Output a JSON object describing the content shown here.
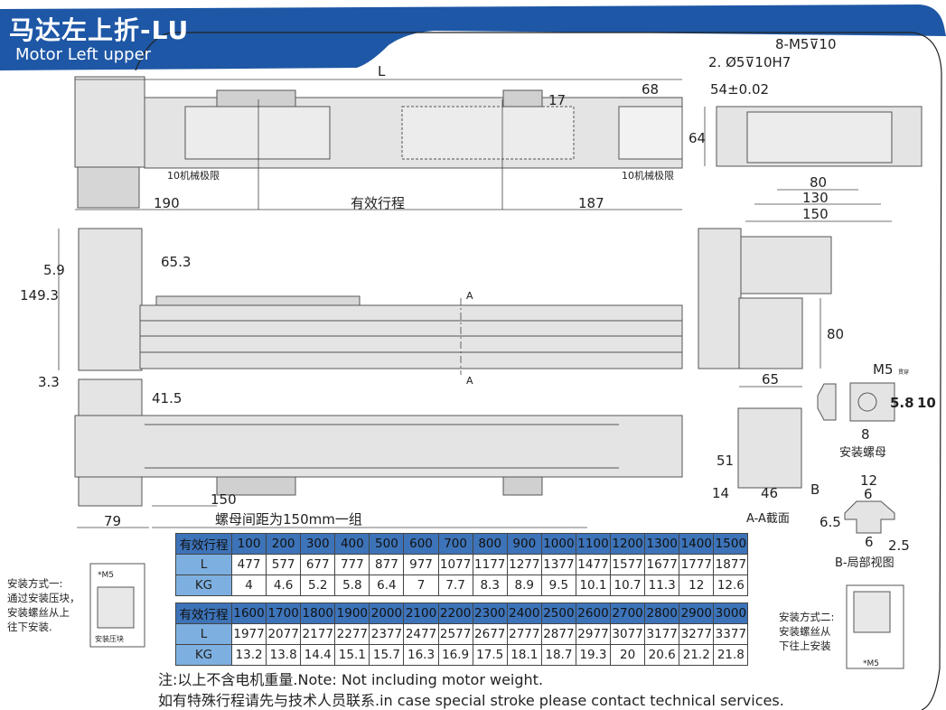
{
  "header": {
    "title": "马达左上折-LU",
    "subtitle": "Motor Left upper",
    "brand_color": "#1e57a6"
  },
  "top_view": {
    "L": "L",
    "d68": "68",
    "d17": "17",
    "limit_left": "10机械极限",
    "limit_right": "10机械极限",
    "d190": "190",
    "stroke": "有效行程",
    "d187": "187"
  },
  "end_view": {
    "holes": "8-M5⊽10",
    "pins": "2. Ø5⊽10H7",
    "d54": "54±0.02",
    "d64": "64",
    "d80": "80",
    "d130": "130",
    "d150": "150"
  },
  "side_view": {
    "d5_9": "5.9",
    "d65_3": "65.3",
    "d149_3": "149.3",
    "d3_3": "3.3",
    "sec_a1": "A",
    "sec_a2": "A"
  },
  "bottom_view": {
    "d41_5": "41.5",
    "d150": "150",
    "d79": "79",
    "nut_spacing": "螺母间距为150mm一组"
  },
  "motor_end": {
    "d80": "80",
    "d65": "65"
  },
  "section": {
    "d51": "51",
    "d14": "14",
    "d46": "46",
    "b": "B",
    "label": "A-A截面"
  },
  "nut": {
    "m5": "M5",
    "through": "贯穿",
    "d5_8": "5.8",
    "d10": "10",
    "d8": "8",
    "label": "安装螺母"
  },
  "detail_b": {
    "d12": "12",
    "d6a": "6",
    "d6_5": "6.5",
    "d6b": "6",
    "d2_5": "2.5",
    "label": "B-局部视图"
  },
  "table": {
    "row_labels": [
      "有效行程",
      "L",
      "KG"
    ],
    "blocks": [
      {
        "stroke": [
          "100",
          "200",
          "300",
          "400",
          "500",
          "600",
          "700",
          "800",
          "900",
          "1000",
          "1100",
          "1200",
          "1300",
          "1400",
          "1500"
        ],
        "L": [
          "477",
          "577",
          "677",
          "777",
          "877",
          "977",
          "1077",
          "1177",
          "1277",
          "1377",
          "1477",
          "1577",
          "1677",
          "1777",
          "1877"
        ],
        "KG": [
          "4",
          "4.6",
          "5.2",
          "5.8",
          "6.4",
          "7",
          "7.7",
          "8.3",
          "8.9",
          "9.5",
          "10.1",
          "10.7",
          "11.3",
          "12",
          "12.6"
        ]
      },
      {
        "stroke": [
          "1600",
          "1700",
          "1800",
          "1900",
          "2000",
          "2100",
          "2200",
          "2300",
          "2400",
          "2500",
          "2600",
          "2700",
          "2800",
          "2900",
          "3000"
        ],
        "L": [
          "1977",
          "2077",
          "2177",
          "2277",
          "2377",
          "2477",
          "2577",
          "2677",
          "2777",
          "2877",
          "2977",
          "3077",
          "3177",
          "3277",
          "3377"
        ],
        "KG": [
          "13.2",
          "13.8",
          "14.4",
          "15.1",
          "15.7",
          "16.3",
          "16.9",
          "17.5",
          "18.1",
          "18.7",
          "19.3",
          "20",
          "20.6",
          "21.2",
          "21.8"
        ]
      }
    ]
  },
  "notes": {
    "line1": "注:以上不含电机重量.Note: Not including motor weight.",
    "line2": "如有特殊行程请先与技术人员联系.in case special stroke please contact technical services."
  },
  "mount1": {
    "l1": "安装方式一:",
    "l2": "通过安装压块，",
    "l3": "安装螺丝从上",
    "l4": "往下安装.",
    "screw": "*M5",
    "clamp": "安装压块"
  },
  "mount2": {
    "l1": "安装方式二:",
    "l2": "安装螺丝从",
    "l3": "下往上安装",
    "screw": "*M5"
  }
}
